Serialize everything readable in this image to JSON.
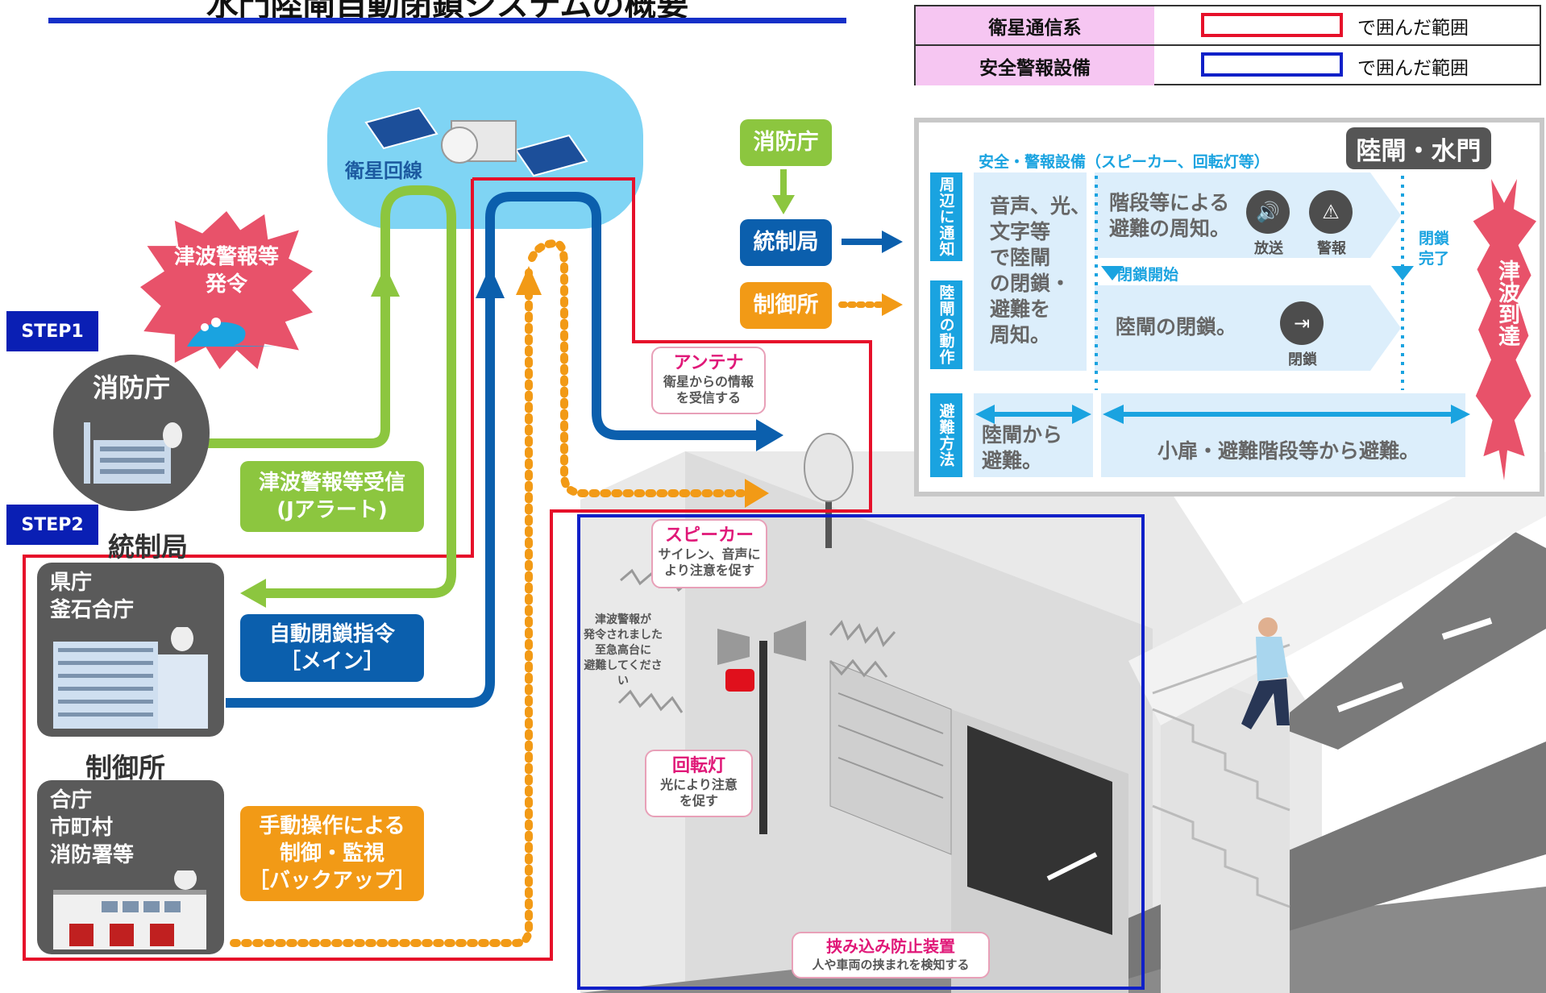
{
  "title": "水門陸閘自動閉鎖システムの概要",
  "legend": [
    {
      "label": "衛星通信系",
      "color": "#e6102a",
      "text": "で囲んだ範囲"
    },
    {
      "label": "安全警報設備",
      "color": "#1020c8",
      "text": "で囲んだ範囲"
    }
  ],
  "satellite": {
    "label": "衛星回線"
  },
  "tsunami_warning": "津波警報等\n発令",
  "steps": {
    "step1": "STEP1",
    "step2": "STEP2"
  },
  "left_nodes": {
    "fire_agency": "消防庁",
    "control_bureau_heading": "統制局",
    "control_bureau_text": "県庁\n釜石合庁",
    "control_station_heading": "制御所",
    "control_station_text": "合庁\n市町村\n消防署等"
  },
  "labels": {
    "warning_receive": "津波警報等受信\n(Jアラート)",
    "auto_close": "自動閉鎖指令\n［メイン］",
    "manual_op": "手動操作による\n制御・監視\n［バックアップ］"
  },
  "mini_flow": {
    "fire_agency": "消防庁",
    "control_bureau": "統制局",
    "control_station": "制御所"
  },
  "callouts": {
    "antenna_title": "アンテナ",
    "antenna_text": "衛星からの情報\nを受信する",
    "speaker_title": "スピーカー",
    "speaker_text": "サイレン、音声に\nより注意を促す",
    "lamp_title": "回転灯",
    "lamp_text": "光により注意\nを促す",
    "pinch_title": "挟み込み防止装置",
    "pinch_text": "人や車両の挟まれを検知する",
    "announcement": "津波警報が\n発令されました\n至急高台に\n避難してください"
  },
  "flow": {
    "header": "陸閘・水門",
    "equipment_title": "安全・警報設備（スピーカー、回転灯等）",
    "row_labels": [
      "周辺に通知",
      "陸閘の動作",
      "避難方法"
    ],
    "text_left": "音声、光、\n文字等\nで陸閘\nの閉鎖・\n避難を\n周知。",
    "text_stairs": "階段等による\n避難の周知。",
    "icon_broadcast": "放送",
    "icon_alarm": "警報",
    "closing_start": "閉鎖開始",
    "closing_done": "閉鎖\n完了",
    "text_close": "陸閘の閉鎖。",
    "icon_close": "閉鎖",
    "evac_left": "陸閘から\n避難。",
    "evac_right": "小扉・避難階段等から避難。",
    "tsunami_arrival": "津波到達"
  },
  "colors": {
    "green": "#8cc63f",
    "blue": "#0b5fad",
    "orange": "#f29a16",
    "red": "#e6102a",
    "navy": "#1020c8"
  }
}
